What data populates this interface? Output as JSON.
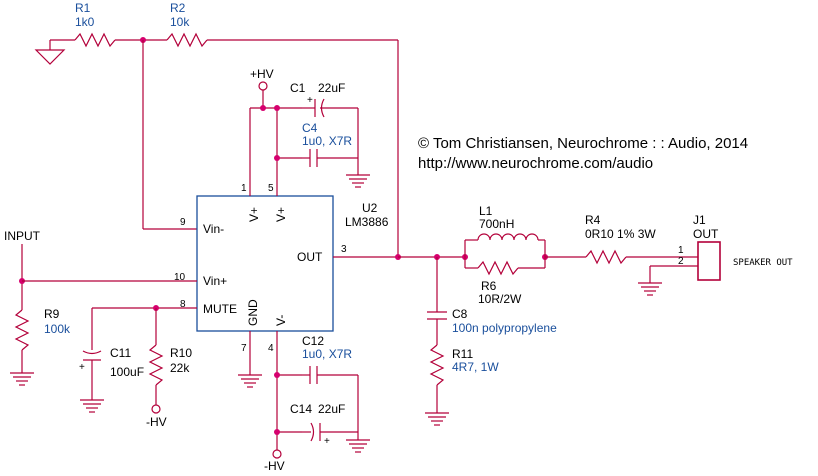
{
  "copyright": {
    "line1": "© Tom Christiansen, Neurochrome : : Audio, 2014",
    "line2": "http://www.neurochrome.com/audio"
  },
  "components": {
    "r1": {
      "ref": "R1",
      "value": "1k0"
    },
    "r2": {
      "ref": "R2",
      "value": "10k"
    },
    "r4": {
      "ref": "R4",
      "value": "0R10 1% 3W"
    },
    "r6": {
      "ref": "R6",
      "value": "10R/2W"
    },
    "r9": {
      "ref": "R9",
      "value": "100k"
    },
    "r10": {
      "ref": "R10",
      "value": "22k"
    },
    "r11": {
      "ref": "R11",
      "value": "4R7, 1W"
    },
    "c1": {
      "ref": "C1",
      "value": "22uF"
    },
    "c4": {
      "ref": "C4",
      "value": "1u0, X7R"
    },
    "c8": {
      "ref": "C8",
      "value": "100n polypropylene"
    },
    "c11": {
      "ref": "C11",
      "value": "100uF"
    },
    "c12": {
      "ref": "C12",
      "value": "1u0, X7R"
    },
    "c14": {
      "ref": "C14",
      "value": "22uF"
    },
    "l1": {
      "ref": "L1",
      "value": "700nH"
    },
    "j1": {
      "ref": "J1",
      "value": "OUT"
    },
    "u2": {
      "ref": "U2",
      "value": "LM3886"
    }
  },
  "ic": {
    "pins": {
      "vin_minus": "Vin-",
      "vin_plus": "Vin+",
      "mute": "MUTE",
      "out": "OUT",
      "v_plus_a": "V+",
      "v_plus_b": "V+",
      "gnd": "GND",
      "v_minus": "V-"
    },
    "pin_numbers": {
      "p1": "1",
      "p5": "5",
      "p9": "9",
      "p10": "10",
      "p8": "8",
      "p3": "3",
      "p7": "7",
      "p4": "4"
    }
  },
  "connector": {
    "pin1": "1",
    "pin2": "2",
    "label": "SPEAKER OUT"
  },
  "nets": {
    "input": "INPUT",
    "hv_plus": "+HV",
    "hv_minus_a": "-HV",
    "hv_minus_b": "-HV"
  },
  "colors": {
    "wire": "#b3003a",
    "junction": "#d6006e",
    "ic_outline": "#1a4f9c",
    "value_text": "#1a4f9c"
  }
}
